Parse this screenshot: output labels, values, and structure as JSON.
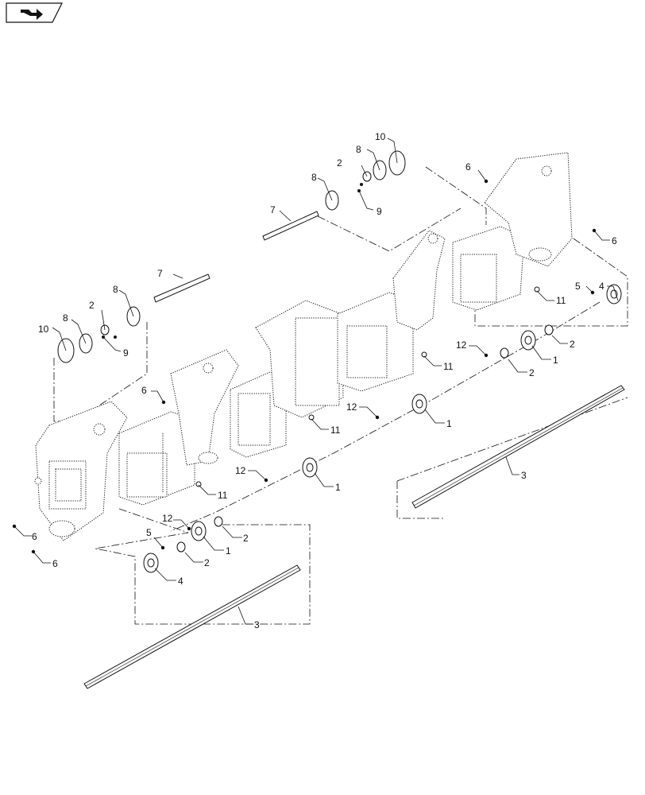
{
  "diagram": {
    "icon": "manual-book-arrow-icon",
    "callouts": [
      {
        "id": "c10a",
        "label": "10"
      },
      {
        "id": "c8a",
        "label": "8"
      },
      {
        "id": "c2a",
        "label": "2"
      },
      {
        "id": "c8b",
        "label": "8"
      },
      {
        "id": "c7a",
        "label": "7"
      },
      {
        "id": "c9a",
        "label": "9"
      },
      {
        "id": "c6a",
        "label": "6"
      },
      {
        "id": "c6b",
        "label": "6"
      },
      {
        "id": "c5a",
        "label": "5"
      },
      {
        "id": "c4a",
        "label": "4"
      },
      {
        "id": "c11a",
        "label": "11"
      },
      {
        "id": "c12a",
        "label": "12"
      },
      {
        "id": "c2b",
        "label": "2"
      },
      {
        "id": "c1a",
        "label": "1"
      },
      {
        "id": "c2c",
        "label": "2"
      },
      {
        "id": "c11b",
        "label": "11"
      },
      {
        "id": "c12b",
        "label": "12"
      },
      {
        "id": "c1b",
        "label": "1"
      },
      {
        "id": "c3a",
        "label": "3"
      },
      {
        "id": "c7b",
        "label": "7"
      },
      {
        "id": "c8c",
        "label": "8"
      },
      {
        "id": "c2d",
        "label": "2"
      },
      {
        "id": "c8d",
        "label": "8"
      },
      {
        "id": "c10b",
        "label": "10"
      },
      {
        "id": "c9b",
        "label": "9"
      },
      {
        "id": "c6c",
        "label": "6"
      },
      {
        "id": "c11c",
        "label": "11"
      },
      {
        "id": "c12c",
        "label": "12"
      },
      {
        "id": "c1c",
        "label": "1"
      },
      {
        "id": "c11d",
        "label": "11"
      },
      {
        "id": "c6d",
        "label": "6"
      },
      {
        "id": "c6e",
        "label": "6"
      },
      {
        "id": "c12d",
        "label": "12"
      },
      {
        "id": "c1d",
        "label": "1"
      },
      {
        "id": "c2e",
        "label": "2"
      },
      {
        "id": "c5b",
        "label": "5"
      },
      {
        "id": "c2f",
        "label": "2"
      },
      {
        "id": "c4b",
        "label": "4"
      },
      {
        "id": "c3b",
        "label": "3"
      }
    ]
  }
}
